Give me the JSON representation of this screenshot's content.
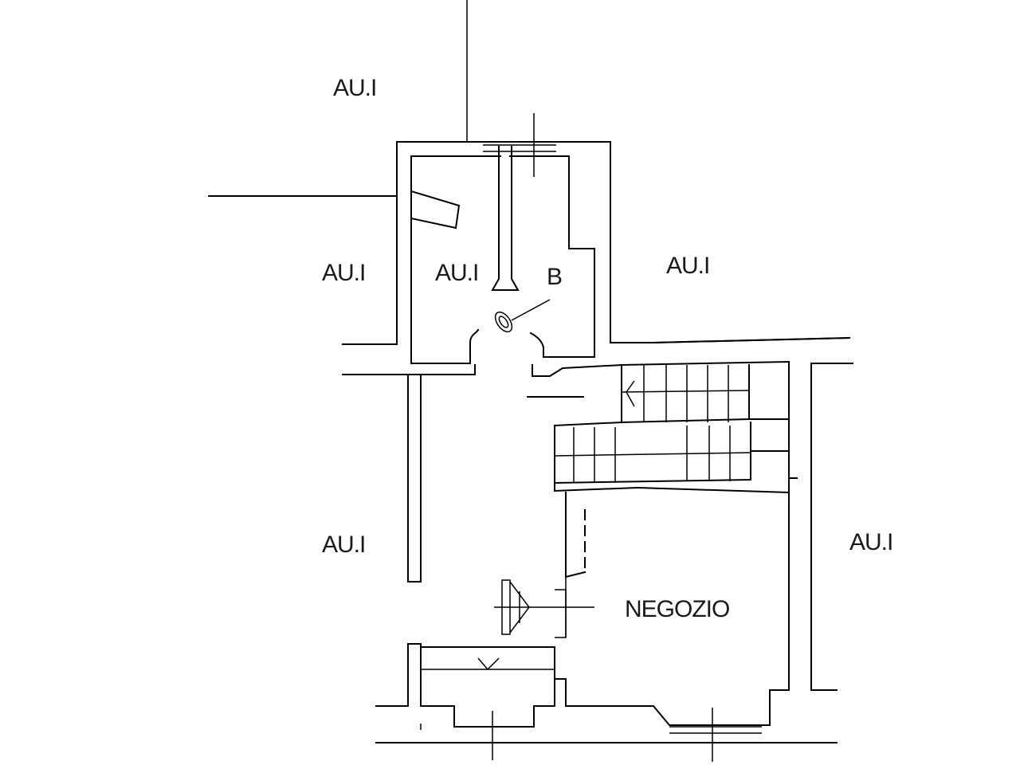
{
  "labels": {
    "au_top": "AU.I",
    "au_left": "AU.I",
    "au_room": "AU.I",
    "au_right": "AU.I",
    "au_lower_left": "AU.I",
    "au_lower_right": "AU.I",
    "room_b": "B",
    "shop": "NEGOZIO"
  }
}
